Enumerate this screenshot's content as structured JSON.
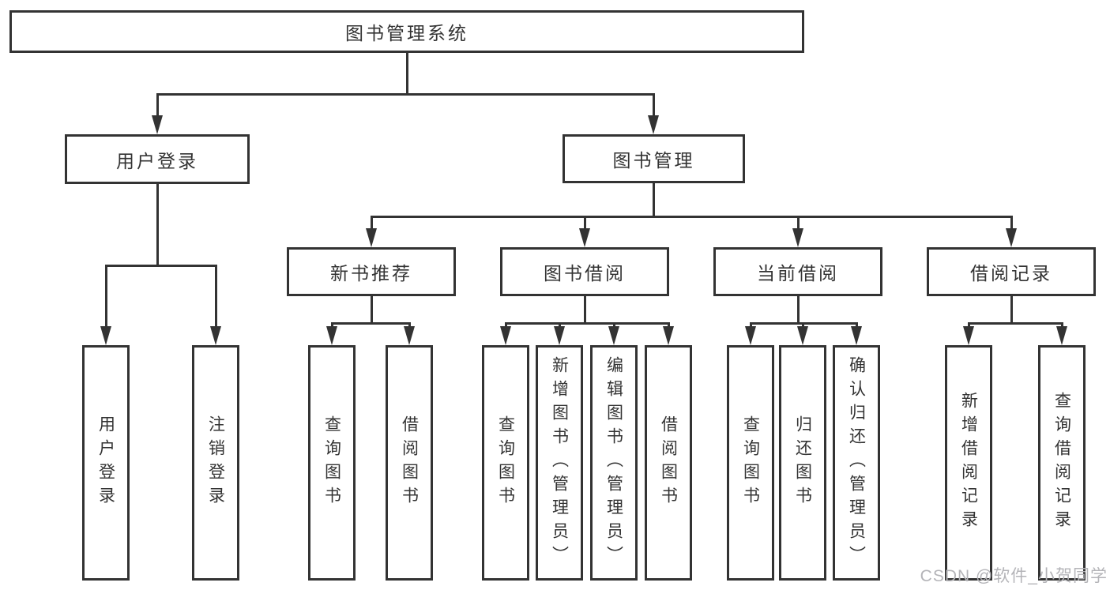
{
  "tree": {
    "root": {
      "label": "图书管理系统",
      "children": [
        {
          "label": "用户登录",
          "children": [
            {
              "label": "用户登录"
            },
            {
              "label": "注销登录"
            }
          ]
        },
        {
          "label": "图书管理",
          "children": [
            {
              "label": "新书推荐",
              "children": [
                {
                  "label": "查询图书"
                },
                {
                  "label": "借阅图书"
                }
              ]
            },
            {
              "label": "图书借阅",
              "children": [
                {
                  "label": "查询图书"
                },
                {
                  "label": "新增图书（管理员）"
                },
                {
                  "label": "编辑图书（管理员）"
                },
                {
                  "label": "借阅图书"
                }
              ]
            },
            {
              "label": "当前借阅",
              "children": [
                {
                  "label": "查询图书"
                },
                {
                  "label": "归还图书"
                },
                {
                  "label": "确认归还（管理员）"
                }
              ]
            },
            {
              "label": "借阅记录",
              "children": [
                {
                  "label": "新增借阅记录"
                },
                {
                  "label": "查询借阅记录"
                }
              ]
            }
          ]
        }
      ]
    }
  },
  "watermark": {
    "text": "CSDN @软件_小贺同学"
  },
  "colors": {
    "line": "#333333",
    "text": "#333333",
    "watermark": "#b4b4b8",
    "background": "#ffffff"
  }
}
